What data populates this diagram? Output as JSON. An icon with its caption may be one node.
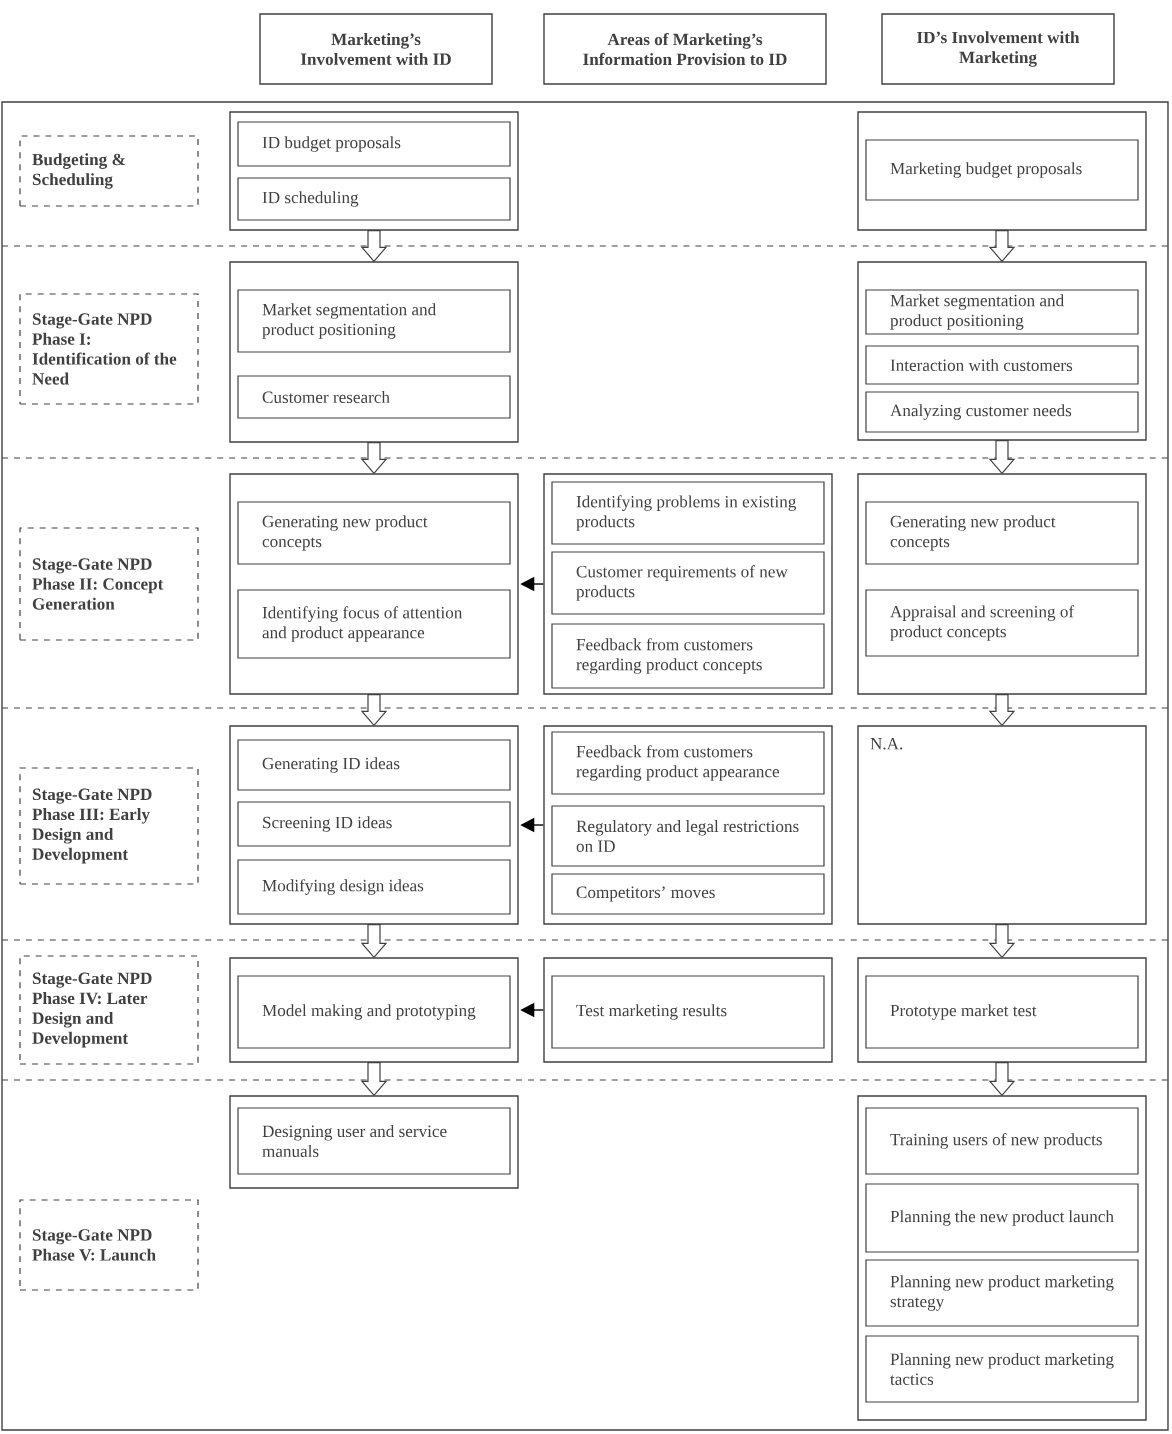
{
  "diagram": {
    "nodes": [
      {
        "text": [
          "Marketing’s Involvement with ID"
        ]
      },
      {
        "text": [
          "Areas of Marketing’s Information Provision to ID"
        ]
      },
      {
        "text": [
          "ID’s Involvement with Marketing"
        ]
      },
      {
        "text": [
          "Budgeting & Scheduling"
        ]
      },
      {
        "text": [],
        "shape": "box"
      },
      {
        "text": [
          "ID budget proposals"
        ],
        "in": 4
      },
      {
        "text": [
          "ID scheduling"
        ],
        "in": 4
      },
      {
        "text": [],
        "shape": "box"
      },
      {
        "text": [
          "Marketing budget proposals"
        ],
        "in": 7
      },
      {
        "text": [
          "Stage-Gate NPD Phase I: Identification of the Need"
        ]
      },
      {
        "text": [],
        "shape": "box"
      },
      {
        "text": [
          "Market segmentation and product positioning"
        ],
        "in": 10
      },
      {
        "text": [
          "Customer research"
        ],
        "in": 10
      },
      {
        "text": [],
        "shape": "box"
      },
      {
        "text": [
          "Market segmentation and product positioning"
        ],
        "in": 13
      },
      {
        "text": [
          "Interaction with customers"
        ],
        "in": 13
      },
      {
        "text": [
          "Analyzing customer needs"
        ],
        "in": 13
      },
      {
        "text": [
          "Stage-Gate NPD Phase II: Concept Generation"
        ]
      },
      {
        "text": [],
        "shape": "box"
      },
      {
        "text": [
          "Generating new product concepts"
        ],
        "in": 18
      },
      {
        "text": [
          "Identifying focus of attention and product appearance"
        ],
        "in": 18
      },
      {
        "text": [],
        "shape": "box"
      },
      {
        "text": [
          "Identifying problems in existing products"
        ],
        "in": 21
      },
      {
        "text": [
          "Customer requirements of new products"
        ],
        "in": 21
      },
      {
        "text": [
          "Feedback from customers regarding product concepts"
        ],
        "in": 21
      },
      {
        "text": [],
        "shape": "box"
      },
      {
        "text": [
          "Generating new product concepts"
        ],
        "in": 25
      },
      {
        "text": [
          "Appraisal and screening of product concepts"
        ],
        "in": 25
      },
      {
        "text": [
          "Stage-Gate NPD Phase III: Early Design and Development"
        ]
      },
      {
        "text": [],
        "shape": "box"
      },
      {
        "text": [
          "Generating ID ideas"
        ],
        "in": 29
      },
      {
        "text": [
          "Screening ID ideas"
        ],
        "in": 29
      },
      {
        "text": [
          "Modifying design ideas"
        ],
        "in": 29
      },
      {
        "text": [],
        "shape": "box"
      },
      {
        "text": [
          "Feedback from customers regarding product appearance"
        ],
        "in": 33
      },
      {
        "text": [
          "Regulatory and legal restrictions on ID"
        ],
        "in": 33
      },
      {
        "text": [
          "Competitors’ moves"
        ],
        "in": 33
      },
      {
        "text": [
          "N.A."
        ]
      },
      {
        "text": [
          "Stage-Gate NPD Phase IV: Later Design and Development"
        ]
      },
      {
        "text": [],
        "shape": "box"
      },
      {
        "text": [
          "Model making and prototyping"
        ],
        "in": 39
      },
      {
        "text": [],
        "shape": "box"
      },
      {
        "text": [
          "Test marketing results"
        ],
        "in": 41
      },
      {
        "text": [],
        "shape": "box"
      },
      {
        "text": [
          "Prototype market test"
        ],
        "in": 43
      },
      {
        "text": [
          "Stage-Gate NPD Phase V: Launch"
        ]
      },
      {
        "text": [],
        "shape": "box"
      },
      {
        "text": [
          "Designing user and service manuals"
        ],
        "in": 46
      },
      {
        "text": [],
        "shape": "box"
      },
      {
        "text": [
          "Training users of new products"
        ],
        "in": 48
      },
      {
        "text": [
          "Planning the new product launch"
        ],
        "in": 48
      },
      {
        "text": [
          "Planning new product marketing strategy"
        ],
        "in": 48
      },
      {
        "text": [
          "Planning new product marketing tactics"
        ],
        "in": 48
      }
    ],
    "edges": [
      {
        "from": 4,
        "to": 10,
        "arrow": "to",
        "style": "thick"
      },
      {
        "from": 7,
        "to": 13,
        "arrow": "to",
        "style": "thick"
      },
      {
        "from": 10,
        "to": 18,
        "arrow": "to",
        "style": "thick"
      },
      {
        "from": 13,
        "to": 25,
        "arrow": "to",
        "style": "thick"
      },
      {
        "from": 21,
        "to": 18,
        "arrow": "to"
      },
      {
        "from": 18,
        "to": 29,
        "arrow": "to",
        "style": "thick"
      },
      {
        "from": 25,
        "to": 37,
        "arrow": "to",
        "style": "thick"
      },
      {
        "from": 33,
        "to": 29,
        "arrow": "to"
      },
      {
        "from": 29,
        "to": 39,
        "arrow": "to",
        "style": "thick"
      },
      {
        "from": 37,
        "to": 43,
        "arrow": "to",
        "style": "thick"
      },
      {
        "from": 41,
        "to": 39,
        "arrow": "to"
      },
      {
        "from": 39,
        "to": 46,
        "arrow": "to",
        "style": "thick"
      },
      {
        "from": 43,
        "to": 48,
        "arrow": "to",
        "style": "thick"
      }
    ]
  }
}
